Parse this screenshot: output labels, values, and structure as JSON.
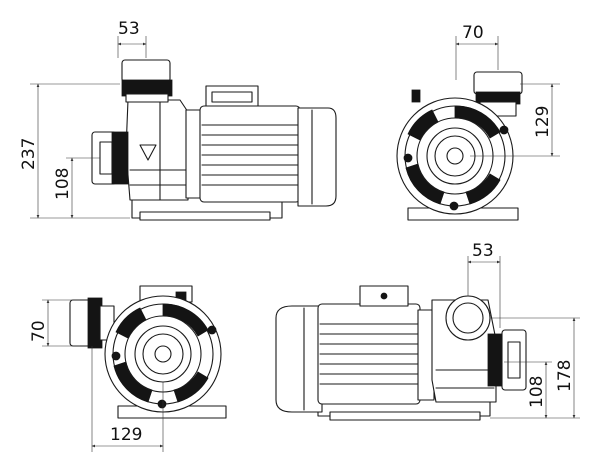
{
  "dimensions": {
    "view_side_left": {
      "width_top": "53",
      "height_total": "237",
      "height_inlet": "108"
    },
    "view_front_right": {
      "width_top": "70",
      "height_right": "129"
    },
    "view_front_left": {
      "height_left": "70",
      "width_bottom": "129"
    },
    "view_side_right": {
      "width_top": "53",
      "height_inner": "108",
      "height_outer": "178"
    }
  },
  "colors": {
    "line": "#1a1a1a",
    "fill_dark": "#141414",
    "background": "#ffffff"
  }
}
